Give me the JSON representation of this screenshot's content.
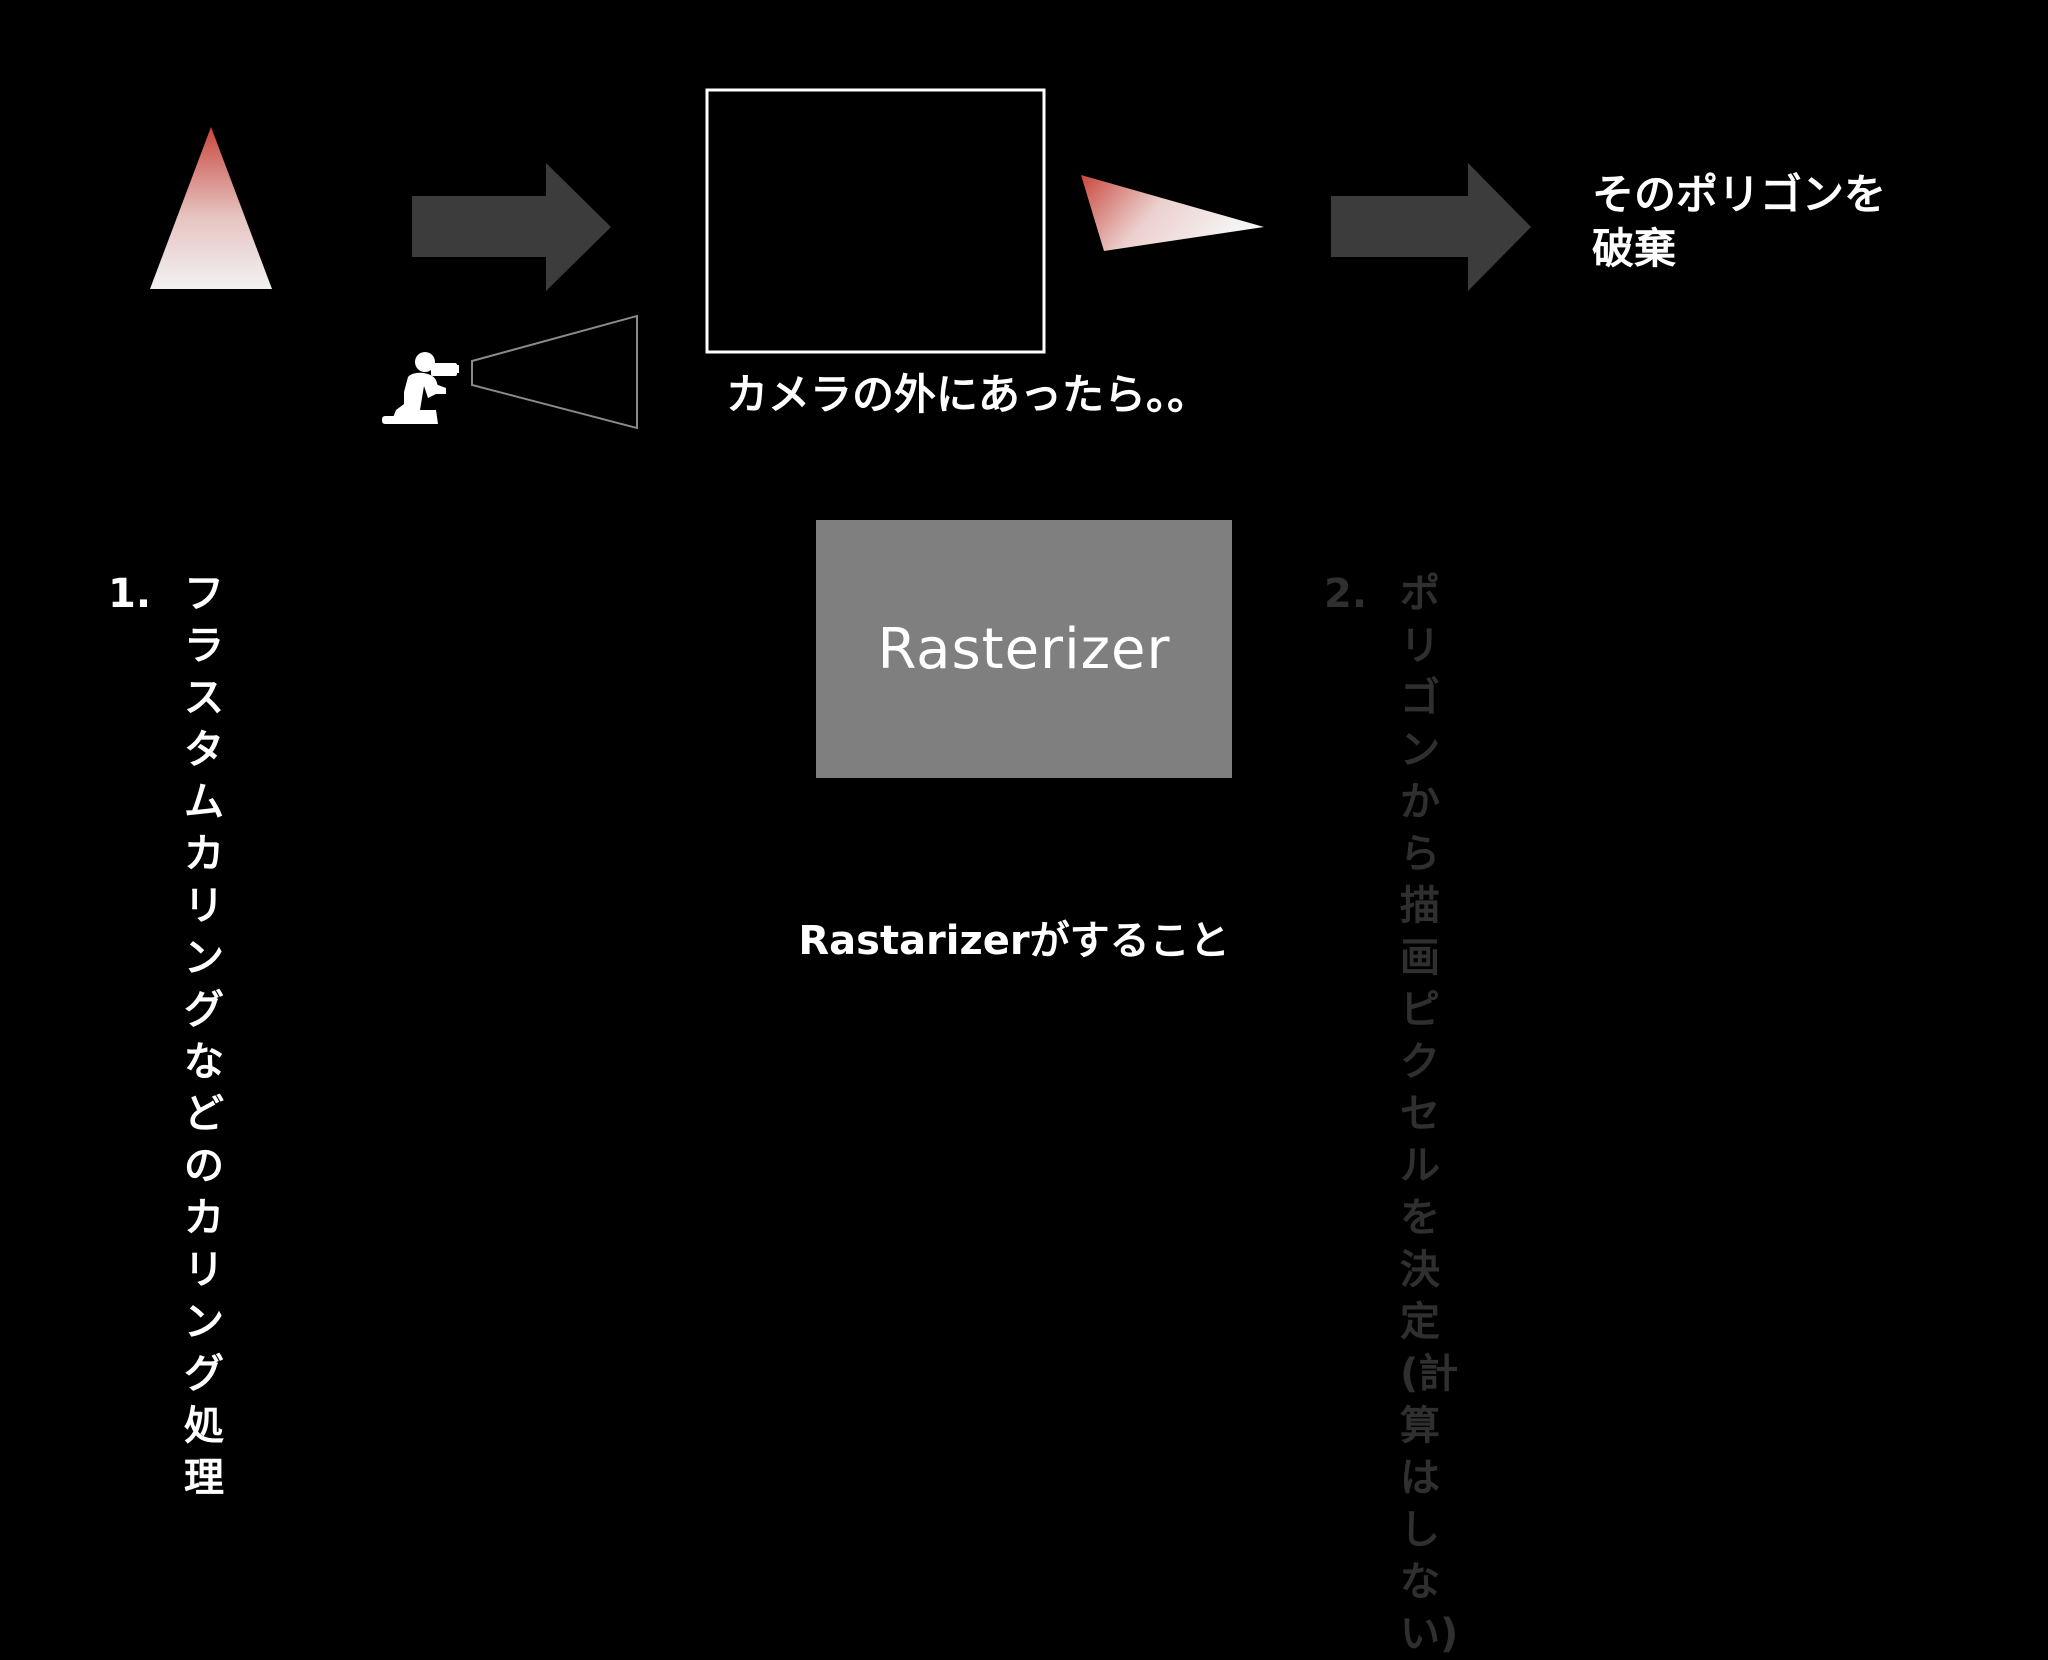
{
  "diagram": {
    "camera_view_caption": "カメラの外にあったら。。",
    "discard_caption": "そのポリゴンを\n破棄",
    "rasterizer_label": "Rasterizer",
    "bottom_caption": "Rastarizerがすること",
    "steps": [
      {
        "number": "1.",
        "text": "フラスタムカリングなどの\nカリング処理",
        "highlighted": true
      },
      {
        "number": "2.",
        "text": "ポリゴンから\n描画ピクセルを決定\n(計算はしない)",
        "highlighted": false
      }
    ],
    "colors": {
      "background": "#000000",
      "arrow": "#3c3c3c",
      "rasterizer_box": "#7f7f7f",
      "triangle_top": "#c8473d",
      "triangle_bottom": "#f2f2f2",
      "dimmed_text": "#2f2f2f"
    },
    "icons": [
      "photographer-icon",
      "camera-frustum-icon"
    ]
  }
}
